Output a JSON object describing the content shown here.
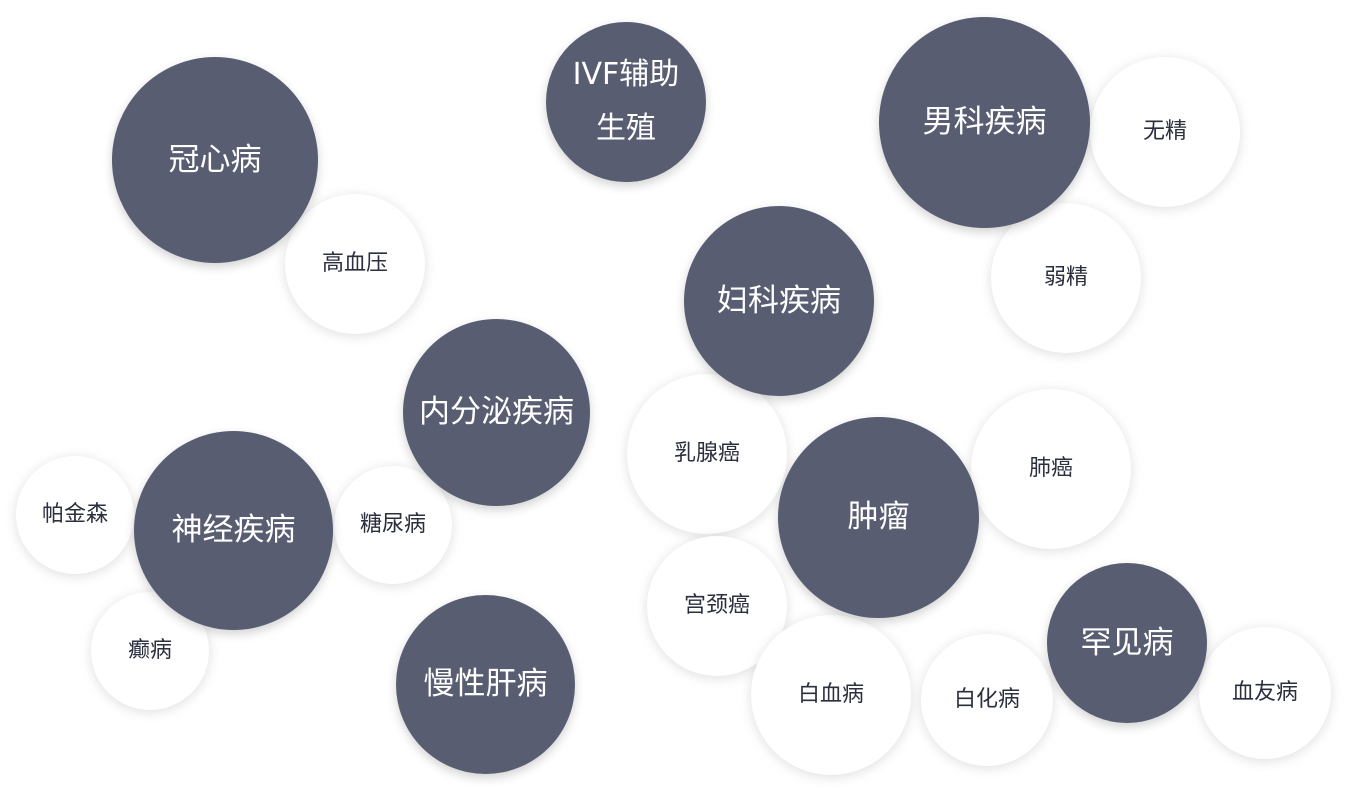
{
  "bubbles": {
    "guanxinbing": "冠心病",
    "gaoxueya": "高血压",
    "ivf": "IVF辅助\n生殖",
    "nanke": "男科疾病",
    "wujing": "无精",
    "ruojing": "弱精",
    "fuke": "妇科疾病",
    "neifenmi": "内分泌疾病",
    "shenjing": "神经疾病",
    "pajinsen": "帕金森",
    "tangniaobing": "糖尿病",
    "dianbing": "癫病",
    "manxingganbing": "慢性肝病",
    "ruxianai": "乳腺癌",
    "zhongliu": "肿瘤",
    "feiai": "肺癌",
    "gongjingai": "宫颈癌",
    "baixuebing": "白血病",
    "baihuabing": "白化病",
    "hanjianbing": "罕见病",
    "xueyoubing": "血友病"
  },
  "colors": {
    "major_fill": "#585d71",
    "major_text": "#ffffff",
    "minor_fill": "#ffffff",
    "minor_text": "#2b2f3e"
  }
}
